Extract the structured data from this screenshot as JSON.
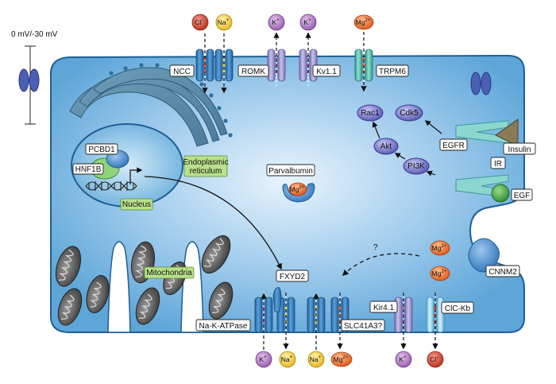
{
  "membrane_potential": "0 mV/-30 mV",
  "top_channels": [
    {
      "name": "NCC"
    },
    {
      "name": "ROMK"
    },
    {
      "name": "Kv1.1"
    },
    {
      "name": "TRPM6"
    }
  ],
  "top_ions": [
    "Cl",
    "Na",
    "K",
    "K",
    "Mg"
  ],
  "ion_superscripts": {
    "cl": "−",
    "na": "+",
    "k": "+",
    "mg": "2+"
  },
  "labels": {
    "pcbd1": "PCBD1",
    "hnf1b": "HNF1B",
    "nucleus": "Nucleus",
    "er_line1": "Endoplasmic",
    "er_line2": "reticulum",
    "parvalbumin": "Parvalbumin",
    "mitochondria": "Mitochondria",
    "fxyd2": "FXYD2",
    "na_k_atpase": "Na-K-ATPase",
    "slc41a3": "SLC41A3?",
    "kir41": "Kir4.1",
    "clckb": "ClC-Kb",
    "cnnm2": "CNNM2",
    "question": "?",
    "egfr": "EGFR",
    "insulin": "Insulin",
    "ir": "IR",
    "egf": "EGF",
    "rac1": "Rac1",
    "cdk5": "Cdk5",
    "akt": "Akt",
    "pi3k": "PI3K"
  },
  "bottom_ions": [
    "K",
    "Na",
    "Na",
    "Mg",
    "K",
    "Cl"
  ],
  "cnnm2_ions": [
    "Mg",
    "Mg"
  ],
  "parvalbumin_ion": "Mg",
  "colors": {
    "cell": "#74b4e0",
    "channel_blue": "#3d86c6",
    "channel_purple": "#a9a2d6",
    "channel_teal": "#5fc4b4",
    "ion_k": "#b079c2",
    "ion_na": "#f3d24a",
    "ion_cl": "#d8402f",
    "ion_mg": "#ef6a2d",
    "kinase": "#6f6dc4",
    "egf": "#3c9b45",
    "green_label": "#b9e08a"
  }
}
